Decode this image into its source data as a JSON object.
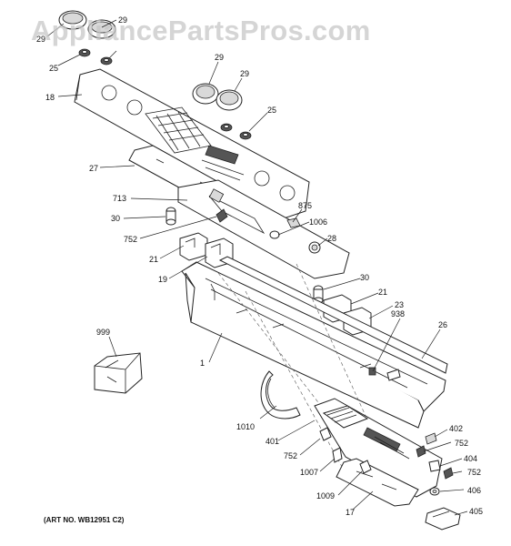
{
  "watermark": "AppliancePartsPros.com",
  "art_number": "(ART NO. WB12951 C2)",
  "callouts": {
    "c29a": "29",
    "c29b": "29",
    "c29c": "29",
    "c29d": "29",
    "c25a": "25",
    "c25b": "25",
    "c18": "18",
    "c27": "27",
    "c713": "713",
    "c30a": "30",
    "c752a": "752",
    "c21a": "21",
    "c19": "19",
    "c875": "875",
    "c1006": "1006",
    "c28": "28",
    "c30b": "30",
    "c21b": "21",
    "c23": "23",
    "c938": "938",
    "c26": "26",
    "c999": "999",
    "c1": "1",
    "c1010": "1010",
    "c401": "401",
    "c752b": "752",
    "c1007": "1007",
    "c1009": "1009",
    "c17": "17",
    "c402": "402",
    "c752c": "752",
    "c404": "404",
    "c752d": "752",
    "c406": "406",
    "c405": "405"
  }
}
